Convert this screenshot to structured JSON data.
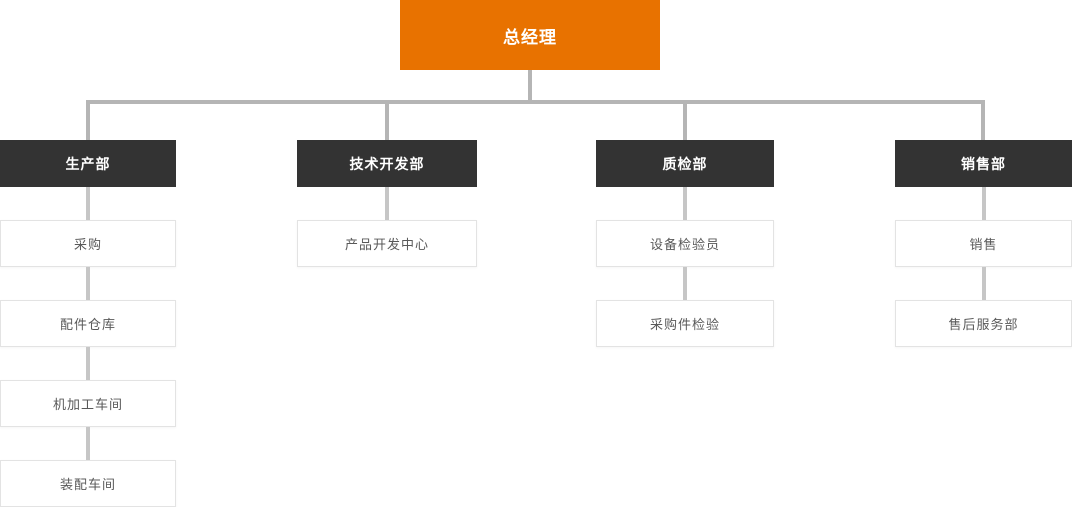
{
  "chart": {
    "title": "organization-chart",
    "root": {
      "label": "总经理"
    },
    "departments": [
      {
        "label": "生产部",
        "children": [
          "采购",
          "配件仓库",
          "机加工车间",
          "装配车间"
        ]
      },
      {
        "label": "技术开发部",
        "children": [
          "产品开发中心"
        ]
      },
      {
        "label": "质检部",
        "children": [
          "设备检验员",
          "采购件检验"
        ]
      },
      {
        "label": "销售部",
        "children": [
          "销售",
          "售后服务部"
        ]
      }
    ],
    "colors": {
      "root_bg": "#e87200",
      "root_text": "#ffffff",
      "dept_bg": "#333333",
      "dept_text": "#ffffff",
      "connector": "#b5b5b5",
      "child_border": "#e3e3e3",
      "child_text": "#595959",
      "background": "#ffffff"
    }
  }
}
